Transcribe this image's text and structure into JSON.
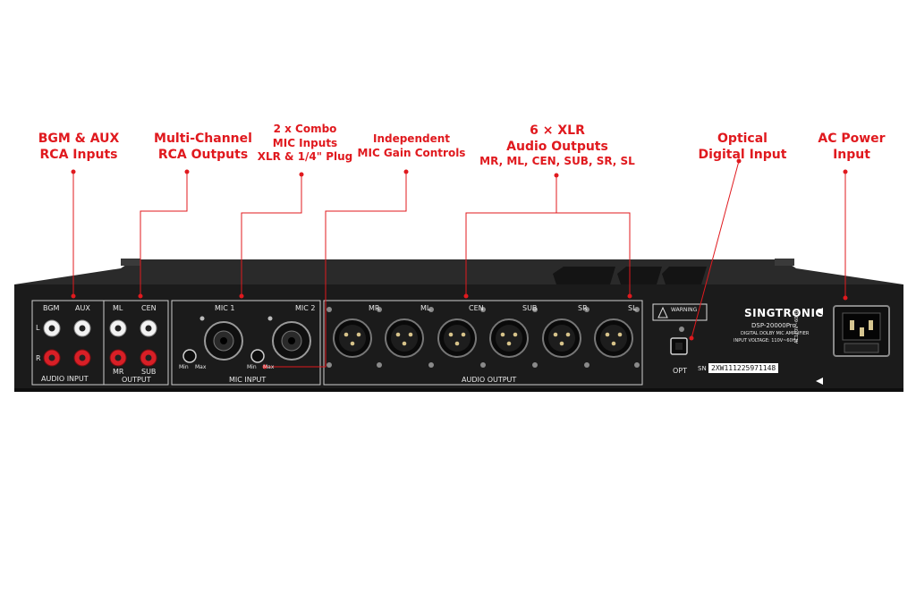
{
  "callouts": {
    "bgm_aux": [
      "BGM & AUX",
      "RCA Inputs"
    ],
    "multichannel": [
      "Multi-Channel",
      "RCA Outputs"
    ],
    "combo": [
      "2 x Combo",
      "MIC Inputs",
      "XLR & 1/4\" Plug"
    ],
    "gain": [
      "Independent",
      "MIC Gain Controls"
    ],
    "xlr": [
      "6 × XLR",
      "Audio Outputs",
      "MR, ML, CEN, SUB, SR, SL"
    ],
    "optical": [
      "Optical",
      "Digital Input"
    ],
    "ac": [
      "AC Power",
      "Input"
    ]
  },
  "panel": {
    "input_labels": [
      "BGM",
      "AUX"
    ],
    "side_labels": [
      "L",
      "R"
    ],
    "audio_input": "AUDIO INPUT",
    "output_top": [
      "ML",
      "CEN"
    ],
    "output_bottom": [
      "MR",
      "SUB"
    ],
    "output": "OUTPUT",
    "mic_labels": [
      "MIC 1",
      "MIC 2"
    ],
    "knob_min": "Min",
    "knob_max": "Max",
    "mic_input": "MIC INPUT",
    "xlr_labels": [
      "MR",
      "ML",
      "CEN",
      "SUB",
      "SR",
      "SL"
    ],
    "audio_output": "AUDIO OUTPUT",
    "brand": "SINGTRONIC",
    "model": "DSP-20000Pro",
    "desc": "DIGITAL DOLBY MIC AMPLIFIER",
    "voltage": "INPUT VOLTAGE: 110V~60Hz",
    "opt": "OPT",
    "sn_label": "SN",
    "serial": "2XW111225971148",
    "warning": "WARNING",
    "ac_rating": "AC110V~60Hz"
  },
  "colors": {
    "accent": "#e0191e",
    "chassis": "#1b1b1b",
    "panel_line": "#cfcfcf",
    "rca_red": "#d81f26",
    "rca_white": "#f2f2f2"
  }
}
